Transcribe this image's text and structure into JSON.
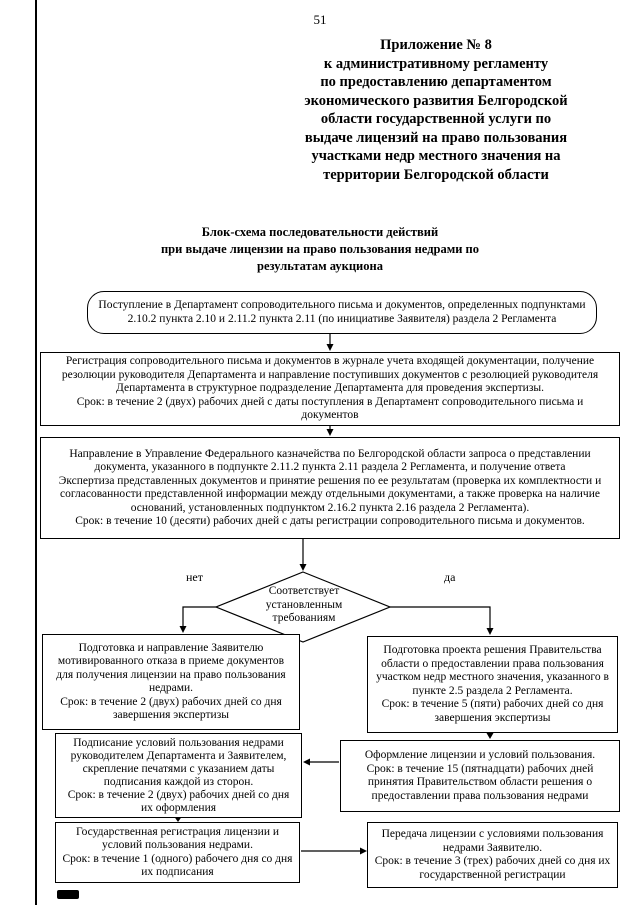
{
  "page_number": "51",
  "header": {
    "text": "Приложение № 8\nк административному регламенту\nпо предоставлению департаментом\nэкономического развития Белгородской\nобласти государственной услуги по\nвыдаче лицензий на право пользования\nучастками недр местного значения на\nтерритории Белгородской области"
  },
  "title": {
    "text": "Блок-схема последовательности действий\nпри выдаче лицензии на право пользования недрами по\nрезультатам аукциона"
  },
  "flowchart": {
    "start": {
      "body": "Поступление в Департамент сопроводительного письма и документов, определенных подпунктами 2.10.2 пункта 2.10 и 2.11.2 пункта 2.11 (по инициативе Заявителя) раздела 2 Регламента"
    },
    "registration": {
      "body": "Регистрация сопроводительного письма и документов в журнале учета входящей документации, получение резолюции руководителя Департамента и направление поступивших документов с резолюцией руководителя Департамента в структурное подразделение Департамента для проведения экспертизы.",
      "term": "Срок: в течение 2 (двух) рабочих дней с даты поступления в Департамент сопроводительного письма и документов"
    },
    "expertise": {
      "body1": "Направление в Управление Федерального казначейства по Белгородской области запроса о представлении документа, указанного в подпункте 2.11.2 пункта 2.11 раздела 2 Регламента, и получение ответа",
      "body2": "Экспертиза представленных документов и принятие решения по ее результатам (проверка их комплектности и согласованности представленной информации между отдельными документами, а также проверка на наличие оснований, установленных подпунктом 2.16.2 пункта 2.16 раздела 2 Регламента).",
      "term": "Срок: в течение 10 (десяти) рабочих дней с даты регистрации сопроводительного письма и документов."
    },
    "decision": {
      "text": "Соответствует\nустановленным\nтребованиям",
      "no_label": "нет",
      "yes_label": "да"
    },
    "refusal": {
      "body": "Подготовка и направление Заявителю мотивированного отказа в приеме документов для получения лицензии на право пользования недрами.",
      "term": "Срок: в течение 2 (двух) рабочих дней со дня завершения экспертизы"
    },
    "draft": {
      "body": "Подготовка проекта решения Правительства области о предоставлении права пользования участком недр местного значения, указанного в пункте 2.5 раздела 2 Регламента.",
      "term": "Срок: в течение 5 (пяти) рабочих дней со дня завершения экспертизы"
    },
    "signing": {
      "body": "Подписание условий пользования недрами руководителем Департамента и Заявителем, скрепление печатями с указанием даты подписания каждой из сторон.",
      "term": "Срок: в течение 2 (двух) рабочих дней со дня их оформления"
    },
    "issuing": {
      "body": "Оформление лицензии и условий пользования.",
      "term": "Срок: в течение 15 (пятнадцати) рабочих дней принятия Правительством области решения о предоставлении права пользования недрами"
    },
    "state_registration": {
      "body": "Государственная регистрация лицензии и условий пользования недрами.",
      "term": "Срок: в течение 1 (одного) рабочего дня со дня их подписания"
    },
    "transfer": {
      "body": "Передача лицензии с условиями пользования недрами Заявителю.",
      "term": "Срок: в течение 3 (трех) рабочих дней со дня их государственной регистрации"
    }
  }
}
